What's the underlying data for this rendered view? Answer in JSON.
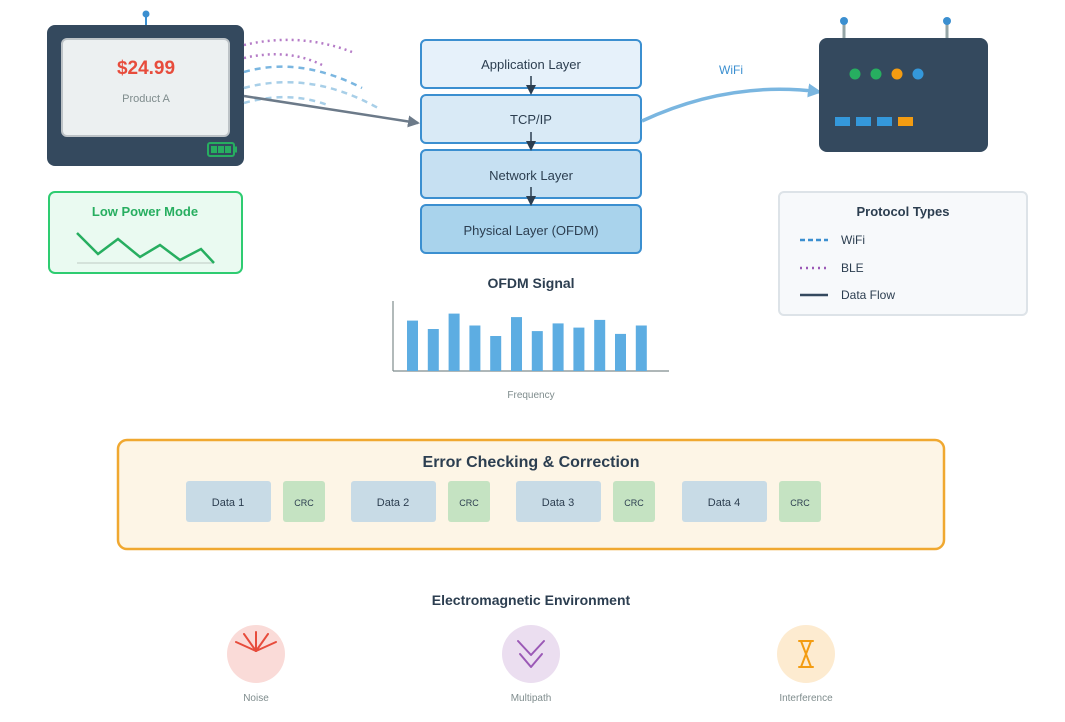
{
  "esl": {
    "price": "$24.99",
    "product": "Product A"
  },
  "low_power": {
    "label": "Low Power Mode"
  },
  "stack": {
    "layers": [
      "Application Layer",
      "TCP/IP",
      "Network Layer",
      "Physical Layer (OFDM)"
    ]
  },
  "wifi_label": "WiFi",
  "ofdm": {
    "title": "OFDM Signal",
    "xlabel": "Frequency",
    "bars": [
      0.72,
      0.6,
      0.82,
      0.65,
      0.5,
      0.77,
      0.57,
      0.68,
      0.62,
      0.73,
      0.53,
      0.65
    ]
  },
  "legend": {
    "title": "Protocol Types",
    "items": [
      {
        "label": "WiFi",
        "style": "dashed",
        "color": "#3b8fd0"
      },
      {
        "label": "BLE",
        "style": "dotted",
        "color": "#9b59b6"
      },
      {
        "label": "Data Flow",
        "style": "solid",
        "color": "#34495e"
      }
    ]
  },
  "error": {
    "title": "Error Checking & Correction",
    "packets": [
      {
        "data": "Data 1",
        "crc": "CRC"
      },
      {
        "data": "Data 2",
        "crc": "CRC"
      },
      {
        "data": "Data 3",
        "crc": "CRC"
      },
      {
        "data": "Data 4",
        "crc": "CRC"
      }
    ]
  },
  "environment": {
    "title": "Electromagnetic Environment",
    "items": [
      {
        "label": "Noise",
        "icon": "noise-icon"
      },
      {
        "label": "Multipath",
        "icon": "multipath-icon"
      },
      {
        "label": "Interference",
        "icon": "interference-icon"
      }
    ]
  },
  "colors": {
    "price": "#e74c3c",
    "green": "#27ae60",
    "wifi": "#3b8fd0",
    "ble": "#9b59b6",
    "router": "#34495e",
    "orange": "#f0a030"
  }
}
